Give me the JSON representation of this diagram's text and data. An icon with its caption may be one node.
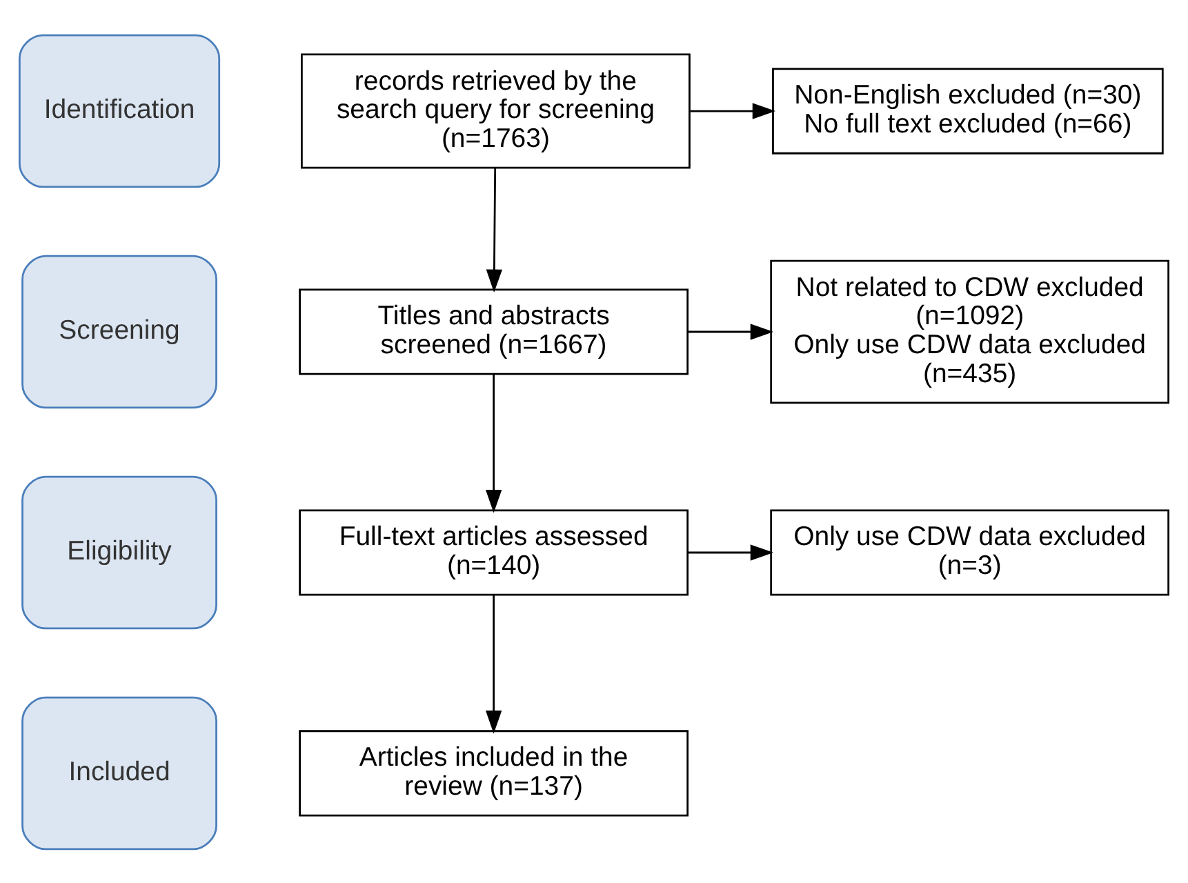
{
  "diagram": {
    "nodes": [
      {
        "text": [
          "Identification"
        ]
      },
      {
        "text": [
          "Screening"
        ]
      },
      {
        "text": [
          "Eligibility"
        ]
      },
      {
        "text": [
          "Included"
        ]
      },
      {
        "text": [
          "records retrieved by the search query for screening (n=1763)"
        ]
      },
      {
        "text": [
          "Non-English excluded (n=30)",
          "No full text excluded (n=66)"
        ]
      },
      {
        "text": [
          "Titles and abstracts screened (n=1667)"
        ]
      },
      {
        "text": [
          "Not related to CDW excluded (n=1092)",
          "Only use CDW data excluded (n=435)"
        ]
      },
      {
        "text": [
          "Full-text articles assessed (n=140)"
        ]
      },
      {
        "text": [
          "Only use CDW data excluded (n=3)"
        ]
      },
      {
        "text": [
          "Articles included in the review (n=137)"
        ]
      }
    ],
    "edges": [
      {
        "from": 4,
        "to": 5,
        "arrow": "to"
      },
      {
        "from": 4,
        "to": 6,
        "arrow": "to"
      },
      {
        "from": 6,
        "to": 7,
        "arrow": "to"
      },
      {
        "from": 6,
        "to": 8,
        "arrow": "to"
      },
      {
        "from": 8,
        "to": 9,
        "arrow": "to"
      },
      {
        "from": 8,
        "to": 10,
        "arrow": "to"
      }
    ]
  }
}
